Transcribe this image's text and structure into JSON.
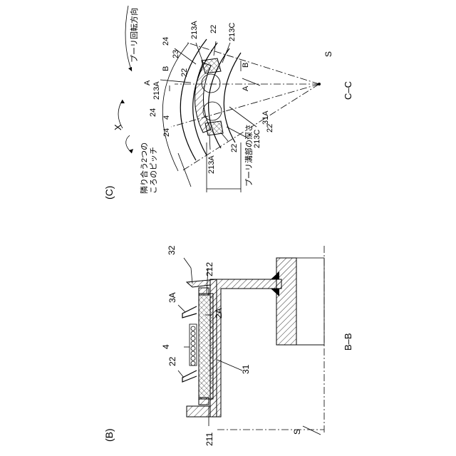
{
  "figure_b": {
    "label": "(B)",
    "section": "B–B",
    "parts": {
      "p32": "32",
      "p212": "212",
      "p3A": "3A",
      "p2A": "2A",
      "p4": "4",
      "p22": "22",
      "p31": "31",
      "p211": "211",
      "pS": "S"
    }
  },
  "figure_c": {
    "label": "(C)",
    "section": "C–C",
    "axis_x": "X",
    "point_s": "S",
    "pulley_rotation": "プーリ回転方向",
    "adjacent_pitch_line1": "隣り合う2つの",
    "adjacent_pitch_line2": "ころのピッチ",
    "groove_depth": "プーリ溝部の深さ",
    "labels": {
      "l213A_top": "213A",
      "l22_top": "22",
      "l213C_top": "213C",
      "l24_top": "24",
      "l23": "23",
      "l22_mid": "22",
      "l24_a": "24",
      "l4": "4",
      "l24_b": "24",
      "lA_left": "A",
      "l213A_left": "213A",
      "lB_left": "B",
      "lB_right": "B",
      "lA_right": "A",
      "l31A": "31A",
      "l22_r": "22",
      "l213C_bot": "213C",
      "l22_bot": "22",
      "l213A_bot": "213A"
    }
  }
}
